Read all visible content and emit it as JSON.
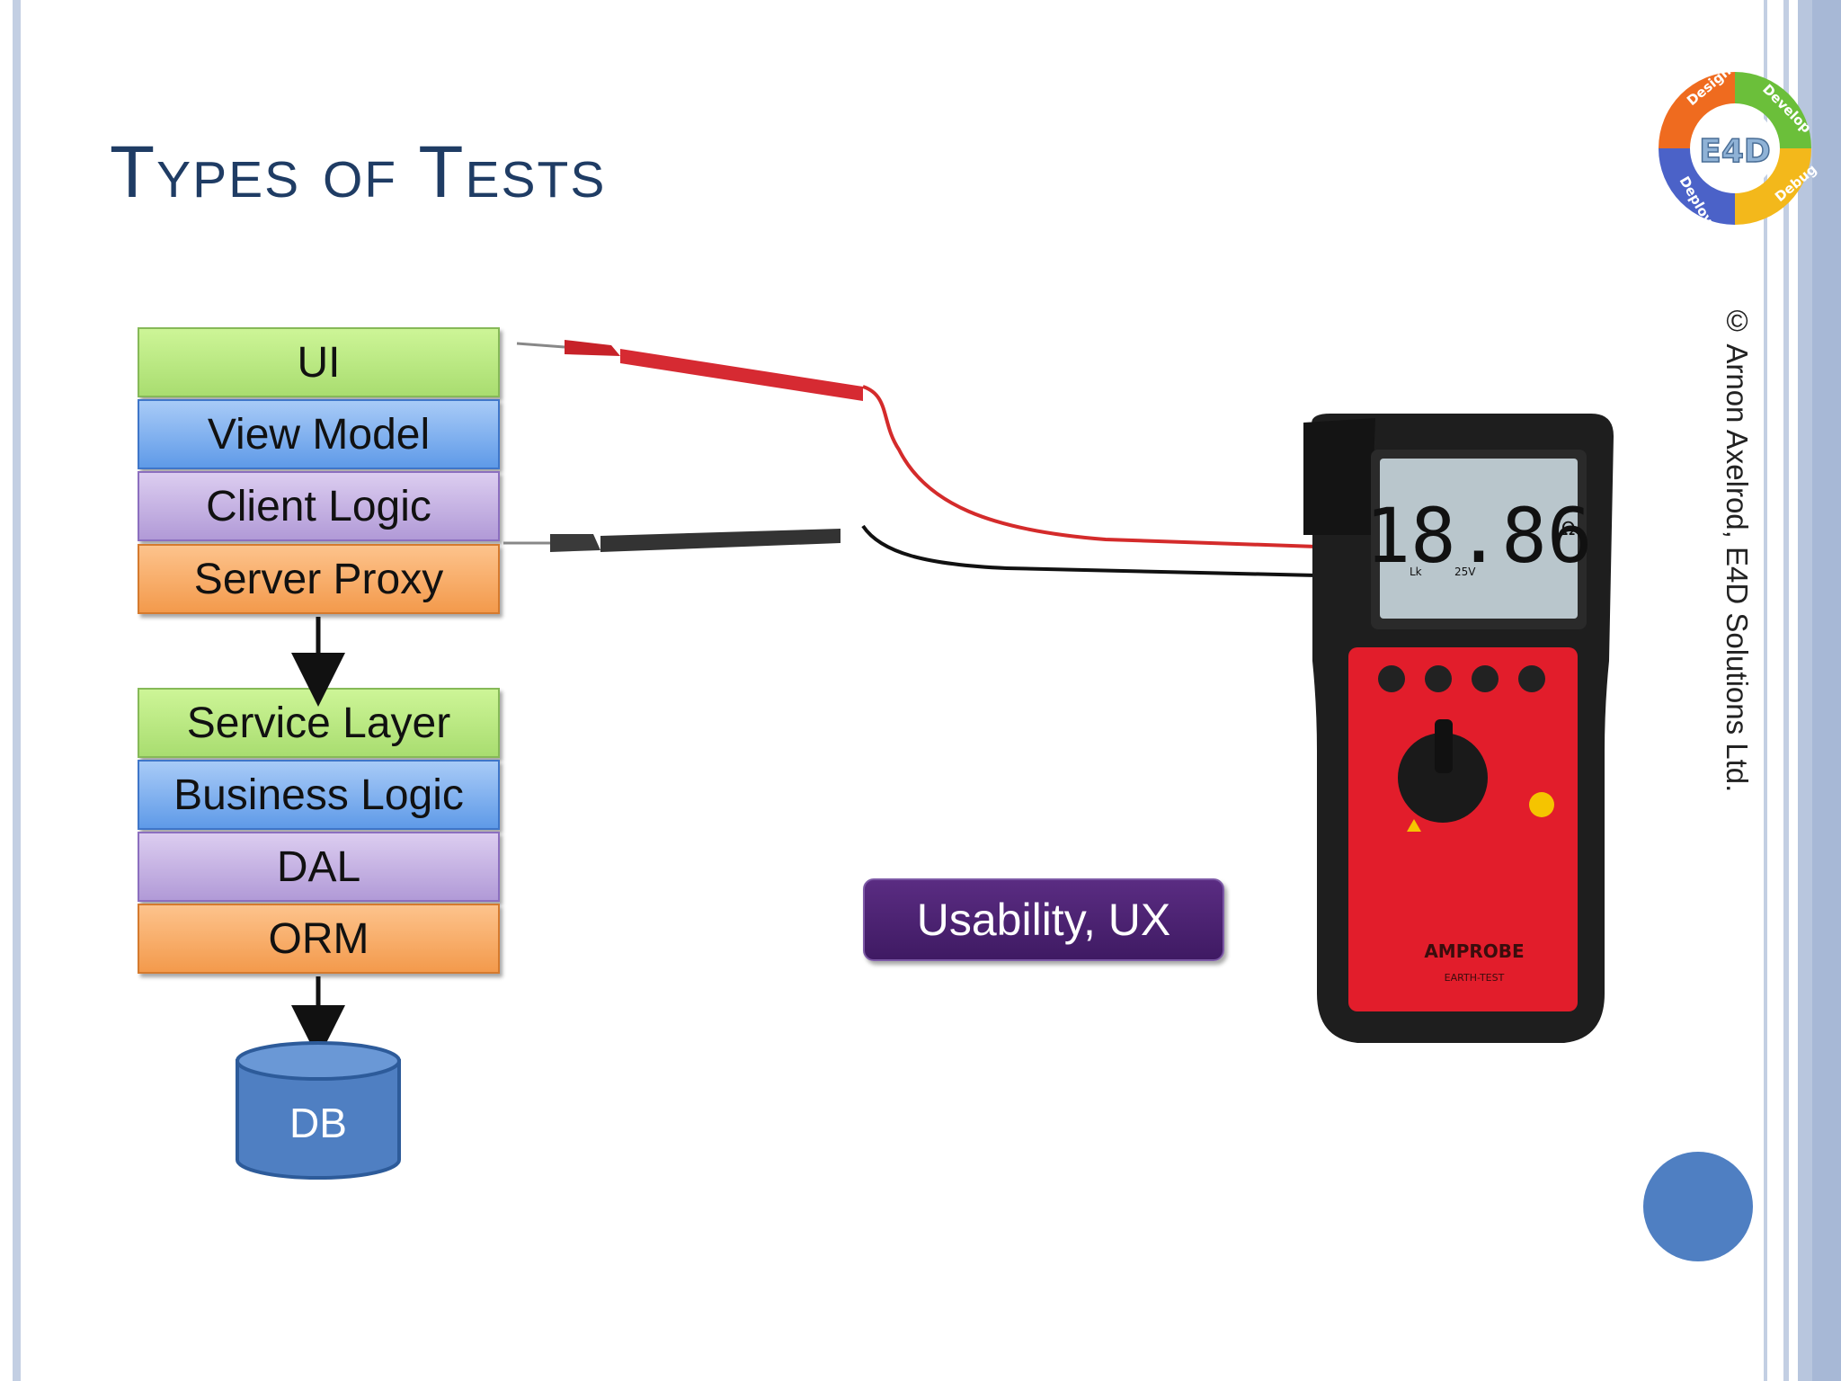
{
  "slide": {
    "title": "Types of Tests",
    "copyright": "© Arnon Axelrod, E4D Solutions Ltd."
  },
  "client_stack": [
    "UI",
    "View Model",
    "Client Logic",
    "Server Proxy"
  ],
  "server_stack": [
    "Service Layer",
    "Business Logic",
    "DAL",
    "ORM"
  ],
  "database": {
    "label": "DB"
  },
  "callout": {
    "label": "Usability, UX"
  },
  "logo": {
    "center": "E4D",
    "segments": [
      "Design",
      "Develop",
      "Debug",
      "Deploy"
    ]
  },
  "meter": {
    "display": "18.86",
    "unit": "Ω",
    "brand": "AMPROBE",
    "model": "EARTH-TEST",
    "display_small": [
      "Lk",
      "25V"
    ]
  },
  "colors": {
    "title": "#1f3c64",
    "green": "#a9dd70",
    "blue": "#5f9ae8",
    "purple": "#b19ad7",
    "orange": "#f39a4c",
    "db": "#4f7fc2",
    "callout": "#4a2170",
    "meter_red": "#e21d2b"
  }
}
